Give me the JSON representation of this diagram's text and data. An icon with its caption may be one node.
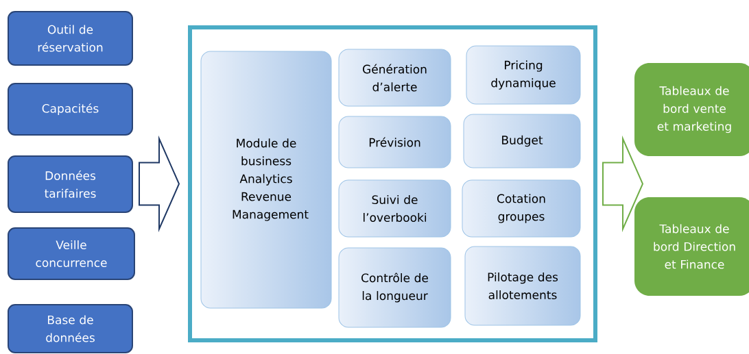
{
  "diagram": {
    "nodes": [
      {
        "text": [
          "Outil de réservation"
        ]
      },
      {
        "text": [
          "Capacités"
        ]
      },
      {
        "text": [
          "Données tarifaires"
        ]
      },
      {
        "text": [
          "Veille concurrence"
        ]
      },
      {
        "text": [
          "Base de données"
        ]
      },
      {
        "text": [],
        "shape": "box"
      },
      {
        "text": [
          "Module de business Analytics Revenue Management"
        ],
        "in": 5
      },
      {
        "text": [
          "Génération d’alerte"
        ],
        "in": 5
      },
      {
        "text": [
          "Pricing dynamique"
        ],
        "in": 5
      },
      {
        "text": [
          "Prévision"
        ],
        "in": 5
      },
      {
        "text": [
          "Budget"
        ],
        "in": 5
      },
      {
        "text": [
          "Suivi de l’overbooki"
        ],
        "in": 5
      },
      {
        "text": [
          "Cotation groupes"
        ],
        "in": 5
      },
      {
        "text": [
          "Contrôle de la longueur"
        ],
        "in": 5
      },
      {
        "text": [
          "Pilotage des allotements"
        ],
        "in": 5
      },
      {
        "text": [
          "Tableaux de bord vente et marketing"
        ]
      },
      {
        "text": [
          "Tableaux de bord Direction et Finance"
        ]
      }
    ],
    "edges": [
      {
        "from": null,
        "to": 5,
        "arrow": "to",
        "color": "#1f3864"
      },
      {
        "from": 5,
        "to": null,
        "arrow": "to",
        "color": "#70ad47"
      }
    ]
  }
}
